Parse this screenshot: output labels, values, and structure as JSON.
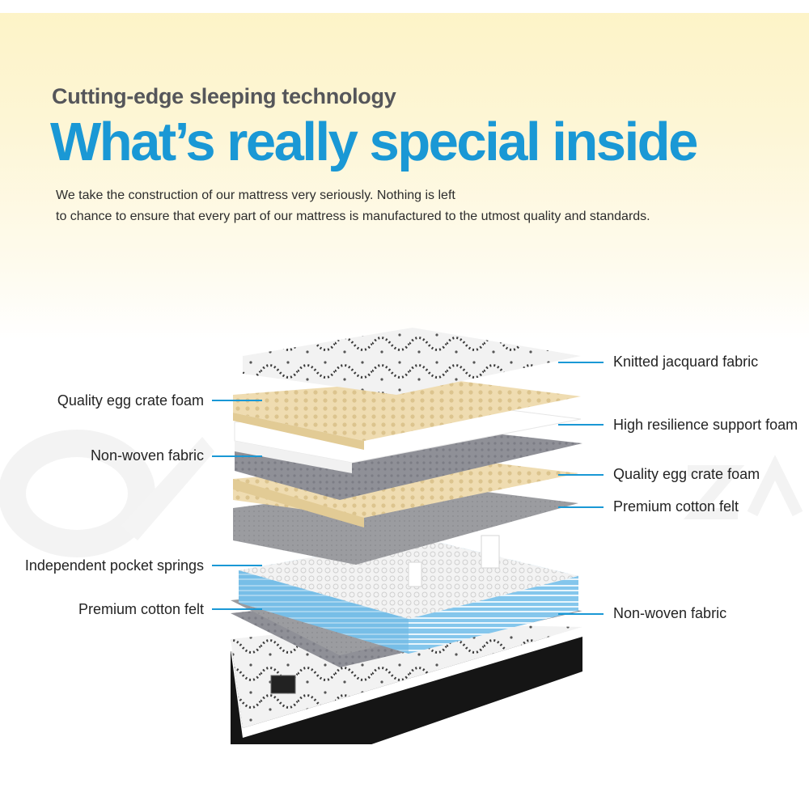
{
  "header": {
    "kicker": "Cutting-edge sleeping technology",
    "headline": "What’s really special inside",
    "intro_line1": "We take the construction of our mattress very seriously. Nothing is left",
    "intro_line2": "to chance to ensure that every part of our mattress is manufactured to the utmost quality and standards."
  },
  "layers_left": [
    "Quality egg crate foam",
    "Non-woven fabric",
    "Independent pocket springs",
    "Premium cotton felt"
  ],
  "layers_right": [
    "Knitted jacquard fabric",
    "High resilience support foam",
    "Quality egg crate foam",
    "Premium cotton felt",
    "Non-woven fabric"
  ],
  "colors": {
    "accent": "#1a98d5",
    "kicker": "#55565a",
    "foam": "#ead6a6",
    "felt": "#9a9a9d",
    "springs": "#7cc3ea",
    "base": "#151515"
  }
}
